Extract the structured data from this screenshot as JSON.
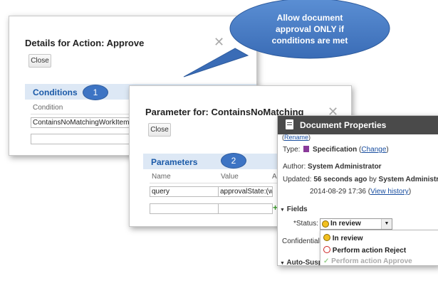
{
  "callout": {
    "text": "Allow document approval ONLY if conditions are met"
  },
  "action_dialog": {
    "title": "Details for Action: Approve",
    "close_label": "Close",
    "section_title": "Conditions",
    "badge": "1",
    "column": "Condition",
    "row_value": "ContainsNoMatchingWorkItems"
  },
  "parameter_dialog": {
    "title": "Parameter for: ContainsNoMatchingW",
    "close_label": "Close",
    "section_title": "Parameters",
    "badge": "2",
    "col_name": "Name",
    "col_value": "Value",
    "col_extra": "A",
    "row_name": "query",
    "row_value": "approvalState:(wai"
  },
  "doc_props": {
    "title": "Document Properties",
    "rename_link": "Rename",
    "type_label": "Type:",
    "type_value": "Specification",
    "change_link": "Change",
    "author_label": "Author:",
    "author_value": "System Administrator",
    "updated_label": "Updated:",
    "updated_value": "56 seconds ago",
    "updated_by": "by",
    "updated_user": "System Administrator",
    "timestamp": "2014-08-29 17:36",
    "view_history": "View history",
    "fields_header": "Fields",
    "status_label": "*Status:",
    "status_value": "In review",
    "confidential_label": "Confidential:",
    "auto_header": "Auto-Suspe",
    "dropdown": [
      {
        "label": "In review",
        "icon": "clock-icon"
      },
      {
        "label": "Perform action Reject",
        "icon": "no-entry-icon"
      },
      {
        "label": "Perform action Approve",
        "icon": "check-icon"
      }
    ]
  }
}
